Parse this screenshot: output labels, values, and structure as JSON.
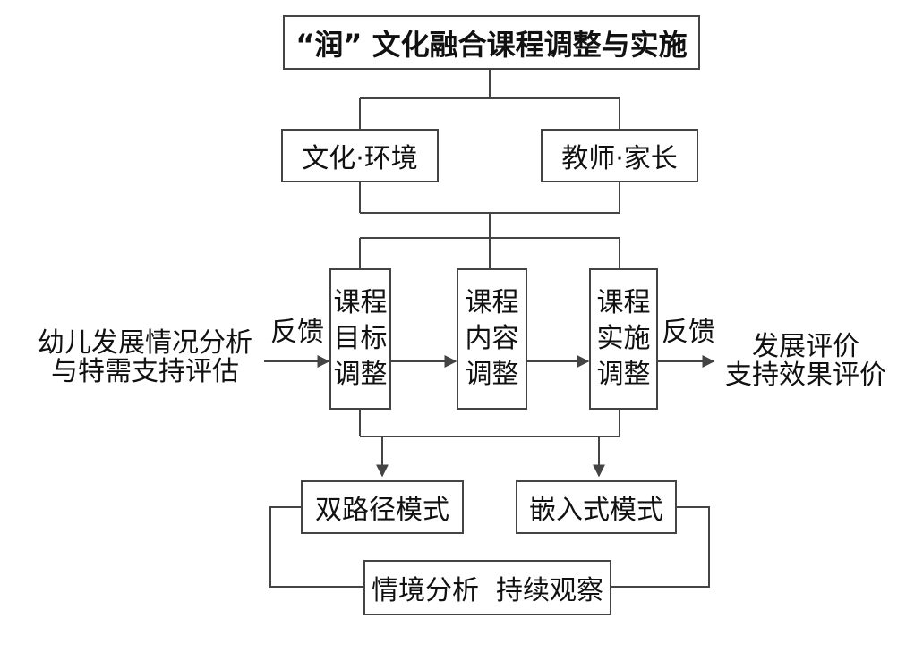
{
  "title": "“润” 文化融合课程调整与实施",
  "level2": [
    "文化·环境",
    "教师·家长"
  ],
  "stages": [
    [
      "课程",
      "目标",
      "调整"
    ],
    [
      "课程",
      "内容",
      "调整"
    ],
    [
      "课程",
      "实施",
      "调整"
    ]
  ],
  "input": [
    "幼儿发展情况分析",
    "与特需支持评估"
  ],
  "feedback_left": "反馈",
  "feedback_right": "反馈",
  "output": [
    "发展评价",
    "支持效果评价"
  ],
  "modes": [
    "双路径模式",
    "嵌入式模式"
  ],
  "bottom": "情境分析  持续观察"
}
